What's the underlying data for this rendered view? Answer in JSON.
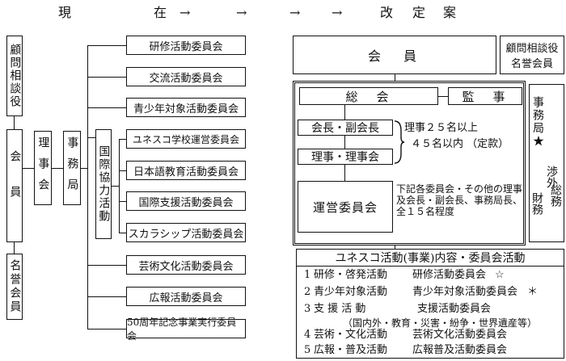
{
  "header": {
    "genzai": "現",
    "zai": "在",
    "arrows": [
      "→",
      "→",
      "→",
      "→"
    ],
    "kaitei": "改",
    "tei": "定",
    "an": "案"
  },
  "current": {
    "left_top": "顧問相談役",
    "left_mid": "会員",
    "left_bot": "名誉会員",
    "riji": "理事会",
    "jimu": "事務局",
    "kokusai": "国際協力活動",
    "committees": [
      "研修活動委員会",
      "交流活動委員会",
      "青少年対象活動委員会",
      "ユネスコ学校運営委員会",
      "日本語教育活動委員会",
      "国際支援活動委員会",
      "スカラシップ活動委員会",
      "芸術文化活動委員会",
      "広報活動委員会",
      "50周年記念事業実行委員会"
    ]
  },
  "proposal": {
    "kaiin": "会　員",
    "side_label_1": "顧問相談役",
    "side_label_2": "名誉会員",
    "soukai": "総　会",
    "kansa": "監　事",
    "kaichou": "会長・副会長",
    "riji": "理事・理事会",
    "riji_note_1": "理事２５名以上",
    "riji_note_2": "４５名以内 （定款）",
    "unei": "運営委員会",
    "unei_note": [
      "下記各委員会・その他の理事",
      "及会長・副会長、事務局長、",
      "全１５名程度"
    ],
    "jimukyoku": "事務局★",
    "soumu": "総務",
    "shougai": "渉外",
    "zaimu": "財務",
    "activities_title": "ユネスコ活動(事業)内容・委員会活動",
    "activities": [
      {
        "no": "1",
        "name": "研修・啓発活動",
        "committee": "研修活動委員会",
        "mark": "☆"
      },
      {
        "no": "2",
        "name": "青少年対象活動",
        "committee": "青少年対象活動委員会",
        "mark": "＊"
      },
      {
        "no": "3",
        "name": "支 援 活 動",
        "committee": "支援活動委員会",
        "mark": ""
      },
      {
        "no": "4",
        "name": "芸術・文化活動",
        "committee": "芸術文化活動委員会",
        "mark": ""
      },
      {
        "no": "5",
        "name": "広報・普及活動",
        "committee": "広報普及活動委員会",
        "mark": ""
      }
    ],
    "activity_3_note": "（国内外・教育・災害・紛争・世界遺産等）"
  }
}
